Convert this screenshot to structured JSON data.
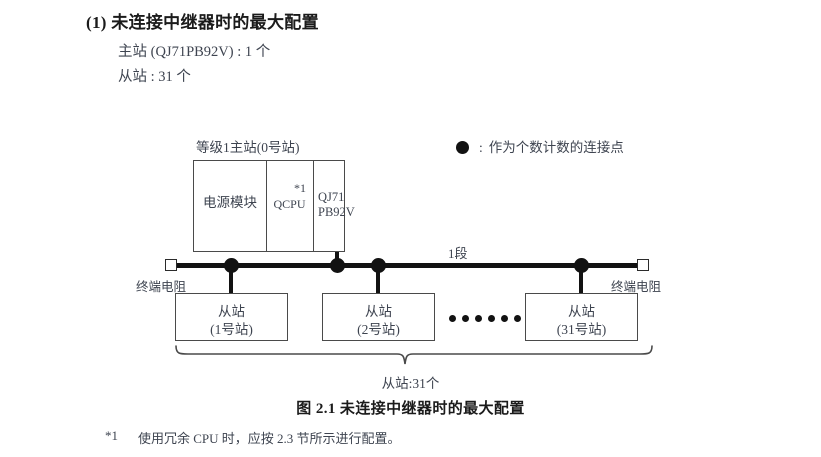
{
  "section": {
    "title": "(1) 未连接中继器时的最大配置",
    "lines": [
      "主站 (QJ71PB92V) : 1 个",
      "从站 : 31 个"
    ]
  },
  "legend": {
    "icon": "filled-circle",
    "separator": ":",
    "text": "作为个数计数的连接点"
  },
  "diagram": {
    "master_caption": "等级1主站(0号站)",
    "master_module": {
      "power_label": "电源模块",
      "cpu_label": "QCPU",
      "cpu_footnote_mark": "*1",
      "network_label_line1": "QJ71",
      "network_label_line2": "PB92V"
    },
    "segment_label": "1段",
    "terminator_left_label": "终端电阻",
    "terminator_right_label": "终端电阻",
    "slaves": [
      {
        "name": "从站",
        "station": "(1号站)"
      },
      {
        "name": "从站",
        "station": "(2号站)"
      },
      {
        "name": "从站",
        "station": "(31号站)"
      }
    ],
    "ellipsis_count": 6,
    "brace_caption": "从站:31个"
  },
  "figure_caption": "图 2.1  未连接中继器时的最大配置",
  "footnote": {
    "mark": "*1",
    "text": "使用冗余 CPU 时，应按 2.3 节所示进行配置。"
  },
  "colors": {
    "ink": "#3e4450",
    "heading": "#1b1b1b",
    "line": "#121212",
    "box_border": "#4a4a4a",
    "background": "#ffffff"
  }
}
